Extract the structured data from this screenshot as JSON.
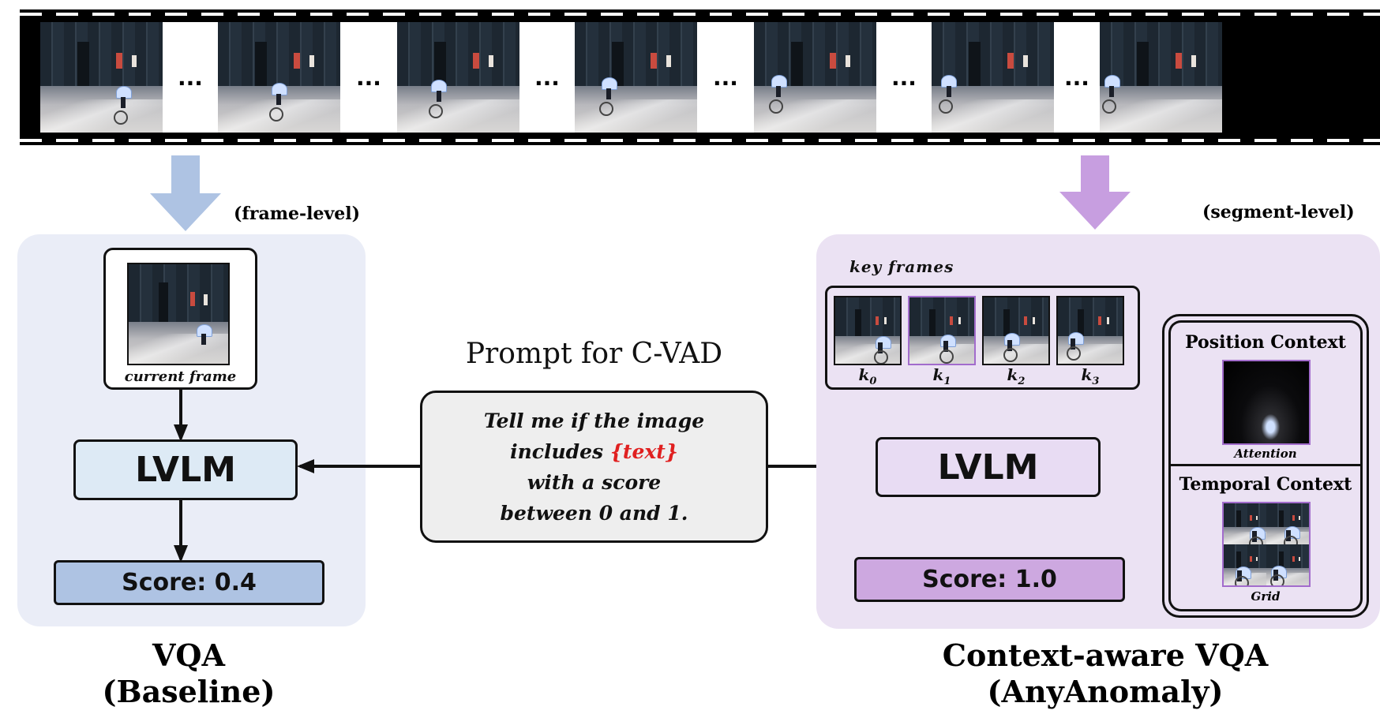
{
  "film_strip": {
    "ellipsis": "..."
  },
  "baseline": {
    "level_label": "(frame-level)",
    "current_frame_label": "current frame",
    "model_label": "LVLM",
    "score_label": "Score: 0.4",
    "title_line1": "VQA",
    "title_line2": "(Baseline)",
    "color_panel": "#eaedf7",
    "color_model": "#ddeaf5",
    "color_score": "#aec3e3",
    "color_arrow": "#aec3e3"
  },
  "prompt": {
    "title": "Prompt for C-VAD",
    "line1": "Tell me if the image",
    "line2_pre": "includes ",
    "line2_highlight": "{text}",
    "line3": "with a score",
    "line4": "between 0 and 1.",
    "highlight_color": "#e02020"
  },
  "anyanomaly": {
    "level_label": "(segment-level)",
    "key_frames_label": "key frames",
    "key_frames": [
      "k",
      "k",
      "k",
      "k"
    ],
    "key_frame_subscripts": [
      "0",
      "1",
      "2",
      "3"
    ],
    "model_label": "LVLM",
    "score_label": "Score: 1.0",
    "position_context_label": "Position Context",
    "attention_label": "Attention",
    "temporal_context_label": "Temporal Context",
    "grid_label": "Grid",
    "title_line1": "Context-aware VQA",
    "title_line2": "(AnyAnomaly)",
    "color_panel": "#ebe2f3",
    "color_model": "#e8dcf3",
    "color_score": "#cda8e0",
    "color_arrow": "#c79ee0",
    "color_connector": "#a26ccc"
  }
}
